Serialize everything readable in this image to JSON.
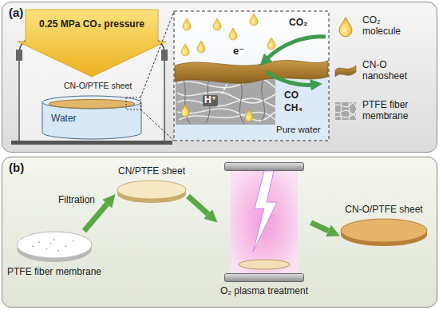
{
  "diagram": {
    "nodes": [
      {
        "text": [
          "(a)"
        ]
      },
      {
        "text": [
          "(b)"
        ]
      },
      {
        "text": [
          "PTFE fiber membrane"
        ],
        "in": 1
      },
      {
        "text": [
          "CN/PTFE sheet"
        ],
        "in": 1
      },
      {
        "text": [
          "O₂ plasma treatment"
        ],
        "in": 1
      },
      {
        "text": [
          "CN-O/PTFE sheet"
        ],
        "in": 1
      }
    ],
    "edges": [
      {
        "from": 2,
        "to": 3,
        "arrow": "to",
        "label": "Filtration"
      },
      {
        "from": 3,
        "to": 4,
        "arrow": "to"
      },
      {
        "from": 4,
        "to": 5,
        "arrow": "to"
      }
    ],
    "labels": [
      "0.25 MPa CO₂ pressure",
      "CN-O/PTFE sheet",
      "Water",
      "e⁻",
      "CO₂",
      "CO",
      "CH₄",
      "H⁺",
      "Pure water"
    ],
    "legend": [
      {
        "text": "CO₂ molecule"
      },
      {
        "text": "CN-O nanosheet"
      },
      {
        "text": "PTFE fiber membrane"
      }
    ]
  }
}
